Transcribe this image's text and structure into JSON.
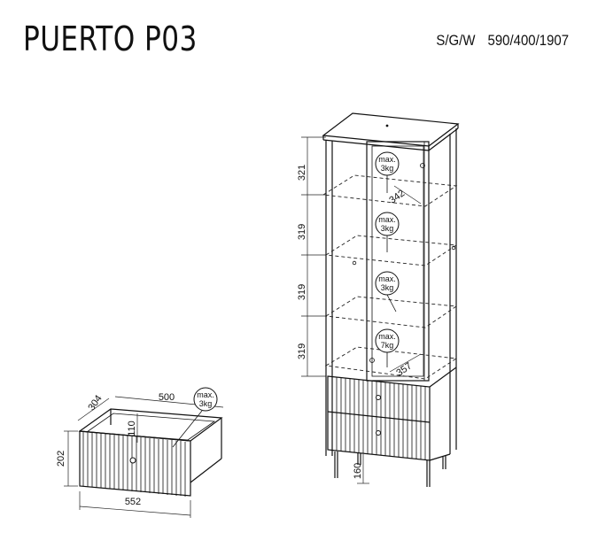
{
  "header": {
    "title": "PUERTO P03",
    "code": "S/G/W",
    "size": "590/400/1907"
  },
  "cabinet": {
    "heights": [
      "321",
      "319",
      "319",
      "319"
    ],
    "shelf_depth_top": "342",
    "shelf_depth_bottom": "357",
    "leg_height": "160",
    "badges": [
      {
        "line1": "max.",
        "line2": "3kg"
      },
      {
        "line1": "max.",
        "line2": "3kg"
      },
      {
        "line1": "max.",
        "line2": "3kg"
      },
      {
        "line1": "max.",
        "line2": "7kg"
      }
    ]
  },
  "drawer": {
    "depth": "304",
    "inner_width": "500",
    "inner_height": "110",
    "height": "202",
    "width": "552",
    "badge": {
      "line1": "max.",
      "line2": "3kg"
    }
  }
}
